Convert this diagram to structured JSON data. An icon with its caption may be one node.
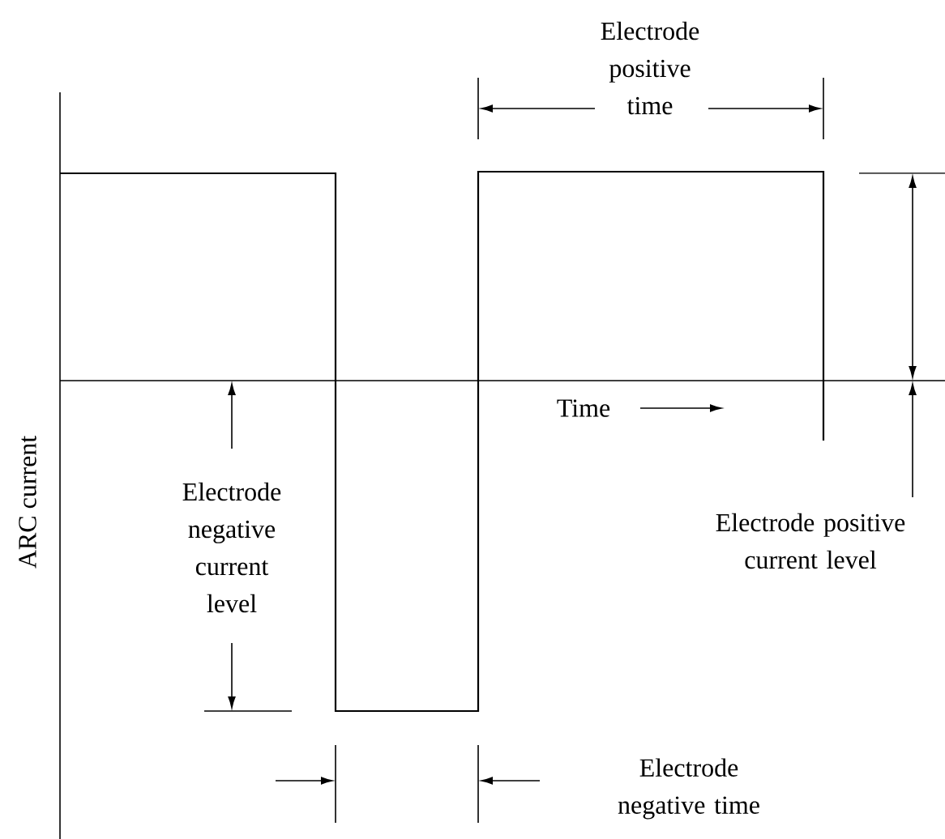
{
  "diagram": {
    "labels": [
      "Electrode positive time",
      "Time",
      "Electrode negative current level",
      "Electrode positive current level",
      "ARC current",
      "Electrode negative time"
    ]
  }
}
